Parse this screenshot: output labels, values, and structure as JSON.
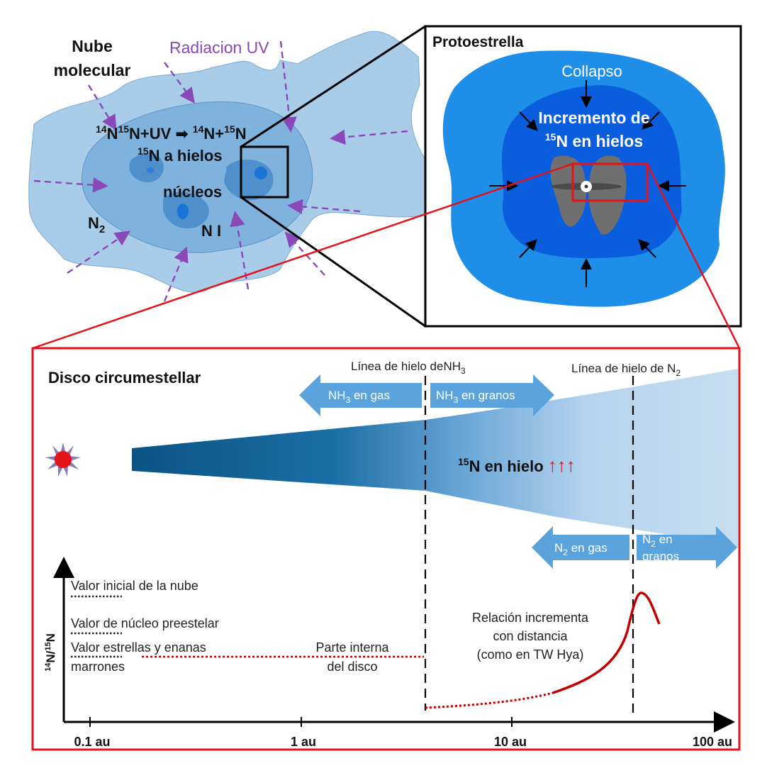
{
  "colors": {
    "cloud_outer": "#a9cce9",
    "cloud_mid": "#7fb2dd",
    "cloud_inner": "#4f90cc",
    "core": "#1a74d8",
    "uv_arrow": "#8a48b8",
    "proto_outer": "#1e8ee8",
    "proto_inner": "#0a5ddd",
    "highlight_red": "#e3121b",
    "disk_dark": "#0c5a88",
    "disk_light": "#c3dcef",
    "blue_arrow": "#5ba3dc",
    "curve": "#c00000"
  },
  "cloud": {
    "title_line1": "Nube",
    "title_line2": "molecular",
    "uv_label": "Radiacion UV",
    "reaction": {
      "sup1": "14",
      "n1": "N",
      "sup2": "15",
      "n2": "N+UV",
      "arrow": "➡",
      "sup3": "14",
      "n3": "N+",
      "sup4": "15",
      "n4": "N"
    },
    "ices": {
      "sup": "15",
      "text": "N a  hielos"
    },
    "cores": "núcleos",
    "n2": {
      "base": "N",
      "sub": "2"
    },
    "ni": "N I"
  },
  "protostar": {
    "title": "Protoestrella",
    "collapse": "Collapso",
    "increment_line1": "Incremento de",
    "increment_line2": {
      "sup": "15",
      "text": "N en hielos"
    }
  },
  "disk": {
    "title": "Disco circumestellar",
    "nh3_snowline": {
      "prefix": "Línea de hielo deNH",
      "sub": "3"
    },
    "n2_snowline": {
      "prefix": "Línea de hielo de N",
      "sub": "2"
    },
    "nh3_gas": {
      "base": "NH",
      "sub": "3",
      "suffix": " en gas"
    },
    "nh3_grains": {
      "base": "NH",
      "sub": "3",
      "suffix": " en granos"
    },
    "ice_label": {
      "sup": "15",
      "text": "N en hielo",
      "arrows": "↑↑↑"
    },
    "n2_gas": {
      "base": "N",
      "sub": "2",
      "suffix": " en gas"
    },
    "n2_grains": {
      "base": "N",
      "sub": "2",
      "suffix": " en",
      "line2": "granos"
    }
  },
  "plot": {
    "ylabel": {
      "sup1": "14",
      "mid": "N/",
      "sup2": "15",
      "end": "N"
    },
    "ref_initial": "Valor inicial de  la nube",
    "ref_prestellar": "Valor de núcleo preestelar",
    "ref_stars_line1": "Valor estrellas y enanas",
    "ref_stars_line2": "marrones",
    "inner_disk_line1": "Parte interna",
    "inner_disk_line2": "del disco",
    "relation_line1": "Relación incrementa",
    "relation_line2": "con distancia",
    "relation_line3": "(como en TW Hya)",
    "x_ticks": [
      "0.1 au",
      "1 au",
      "10 au",
      "100 au"
    ]
  }
}
